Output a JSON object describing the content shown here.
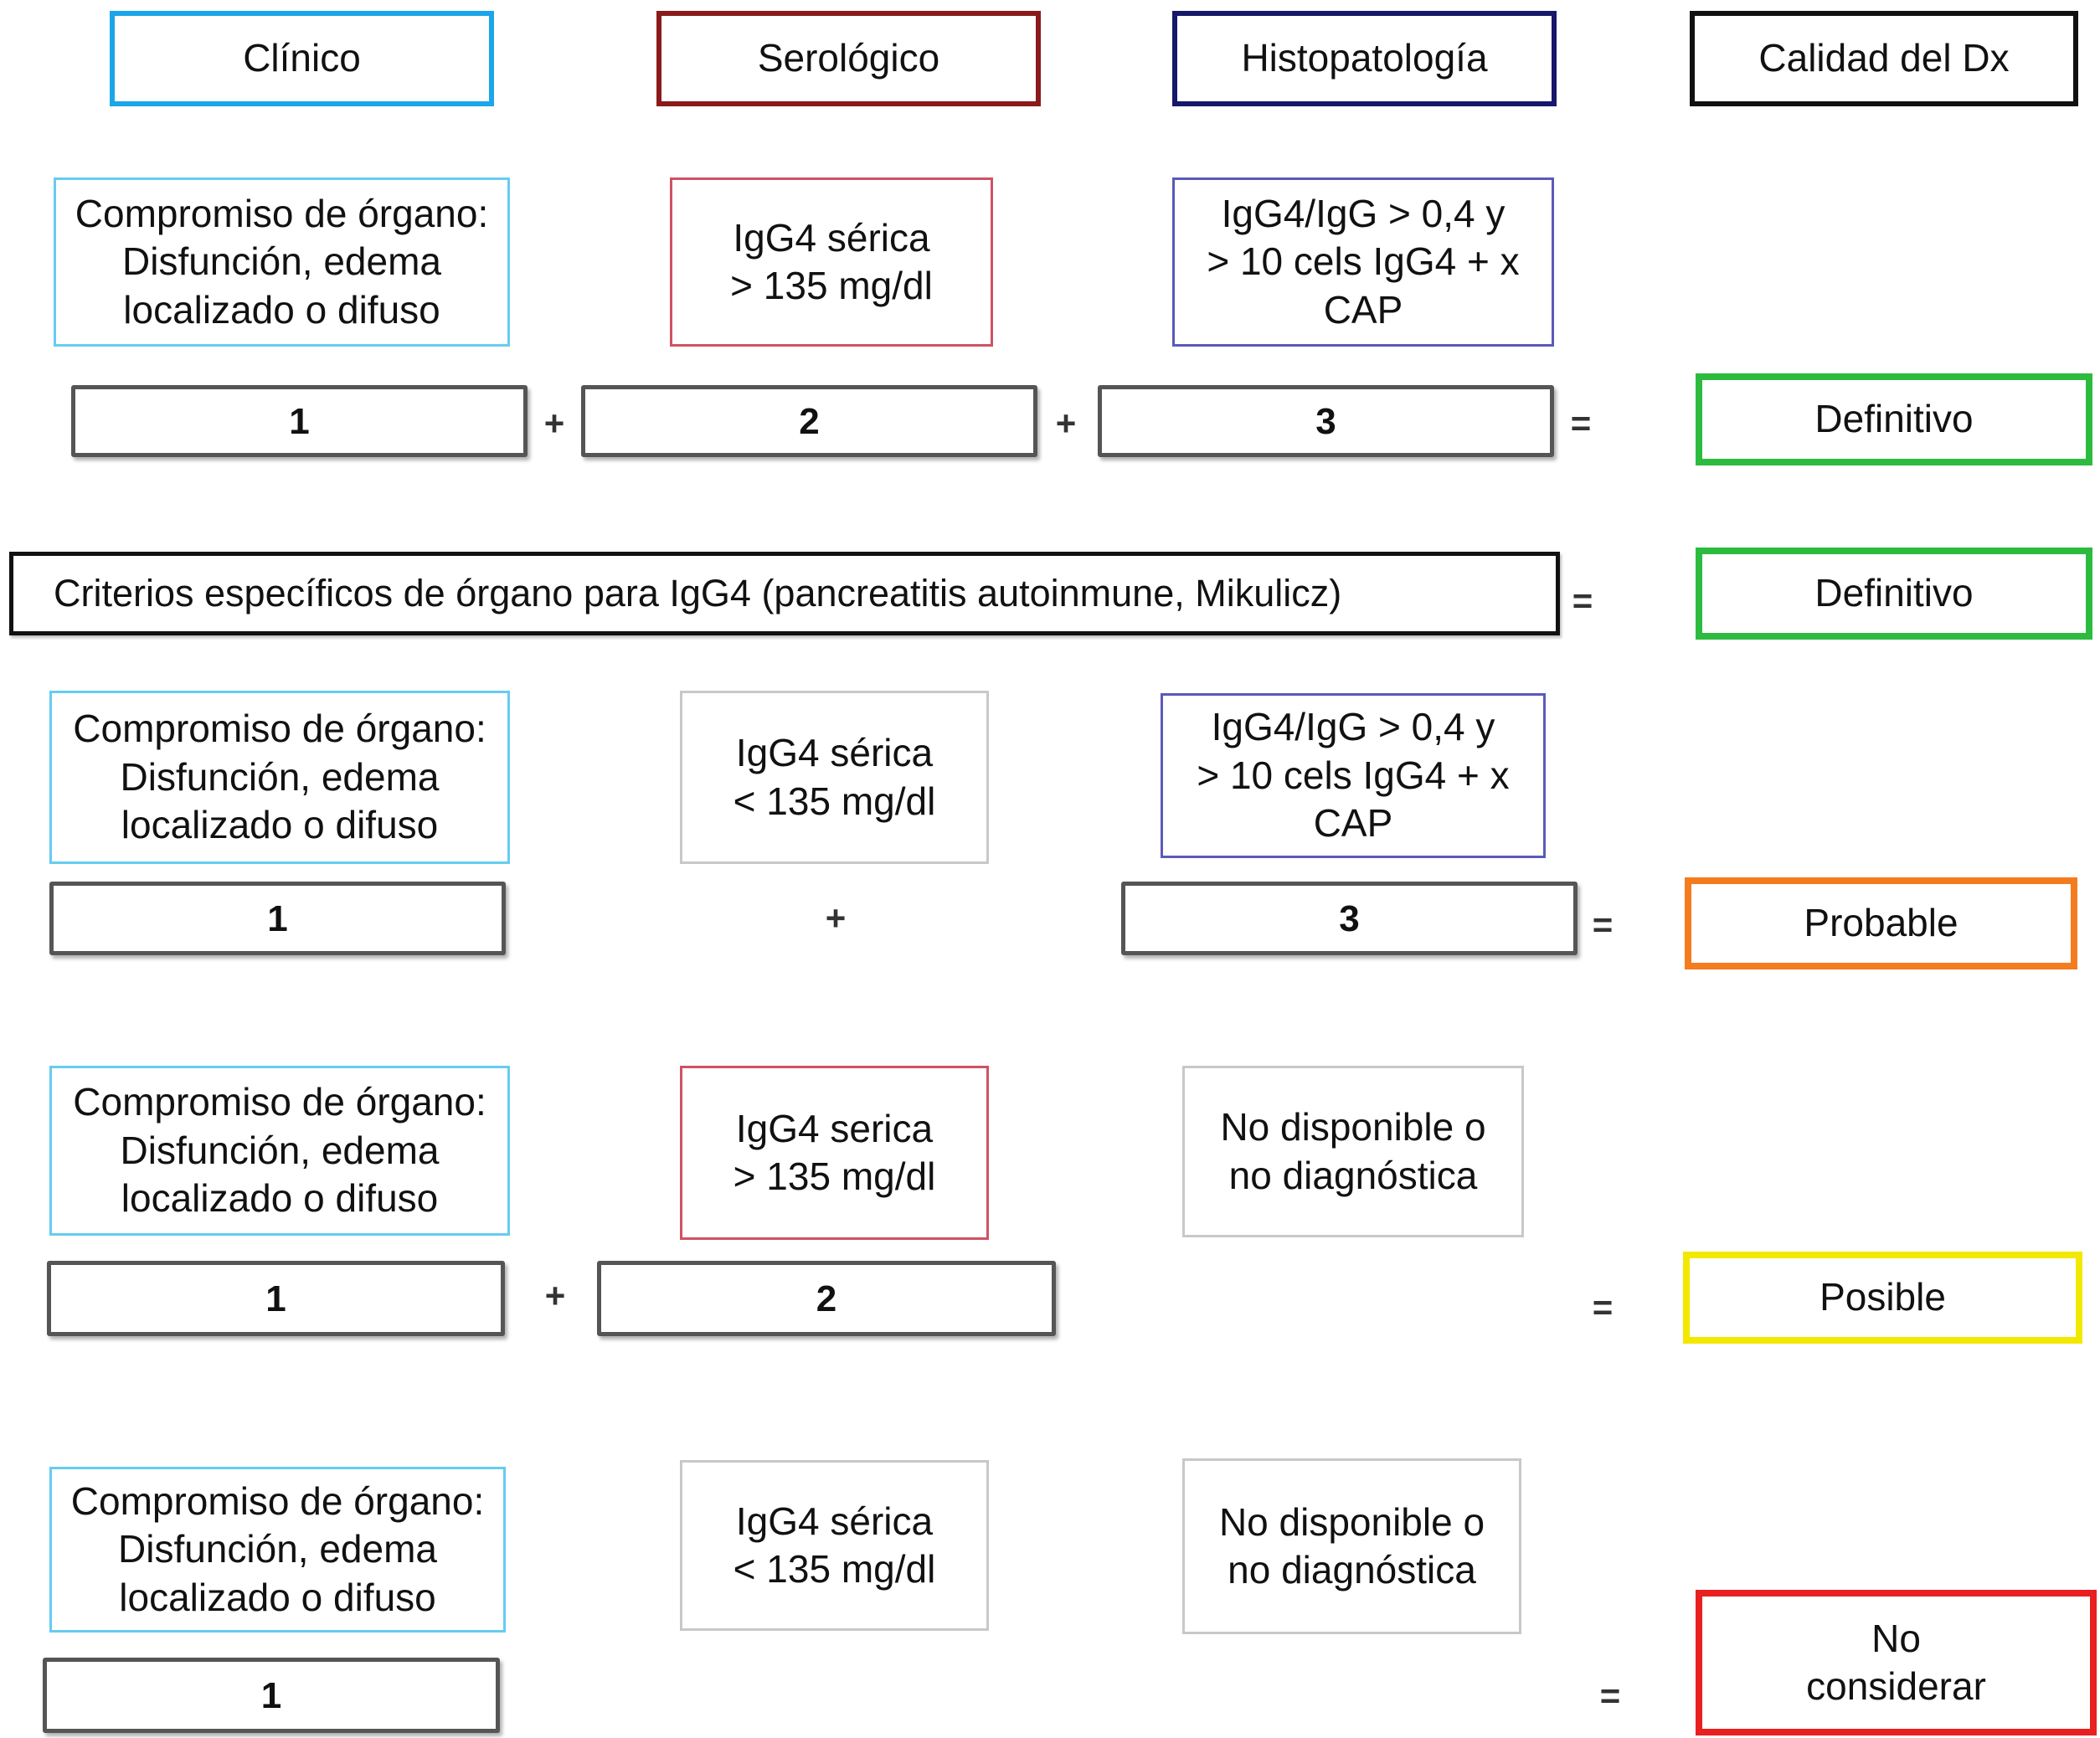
{
  "colors": {
    "clinical": "#1aa6e8",
    "serology": "#8b1a1a",
    "histology": "#17176b",
    "quality": "#111111",
    "serology_pos": "#cf5263",
    "histology_pos": "#5a5ab8",
    "neutral": "#c8c8c8",
    "clinical_light": "#66ccf0",
    "definitive": "#2dbb3f",
    "probable": "#f57b1f",
    "possible": "#f3e800",
    "not_consider": "#e8201f"
  },
  "headers": {
    "clinical": "Clínico",
    "serology": "Serológico",
    "histology": "Histopatología",
    "quality": "Calidad del Dx"
  },
  "operators": {
    "plus": "+",
    "equals": "="
  },
  "rows": [
    {
      "clinical_text": "Compromiso de órgano:\nDisfunción, edema\nlocalizado o difuso",
      "serology_text": "IgG4 sérica\n> 135 mg/dl",
      "histology_text": "IgG4/IgG > 0,4 y\n> 10 cels IgG4 + x\nCAP",
      "num1": "1",
      "num2": "2",
      "num3": "3",
      "result": "Definitivo"
    },
    {
      "criteria_text": "Criterios específicos de órgano para IgG4 (pancreatitis autoinmune, Mikulicz)",
      "result": "Definitivo"
    },
    {
      "clinical_text": "Compromiso de órgano:\nDisfunción, edema\nlocalizado o difuso",
      "serology_text": "IgG4 sérica\n< 135 mg/dl",
      "histology_text": "IgG4/IgG > 0,4 y\n> 10 cels IgG4 + x\nCAP",
      "num1": "1",
      "num3": "3",
      "result": "Probable"
    },
    {
      "clinical_text": "Compromiso de órgano:\nDisfunción, edema\nlocalizado o difuso",
      "serology_text": "IgG4 serica\n> 135 mg/dl",
      "histology_text": "No disponible o\nno diagnóstica",
      "num1": "1",
      "num2": "2",
      "result": "Posible"
    },
    {
      "clinical_text": "Compromiso de órgano:\nDisfunción, edema\nlocalizado o difuso",
      "serology_text": "IgG4 sérica\n< 135 mg/dl",
      "histology_text": "No disponible o\nno diagnóstica",
      "num1": "1",
      "result": "No\nconsiderar"
    }
  ]
}
